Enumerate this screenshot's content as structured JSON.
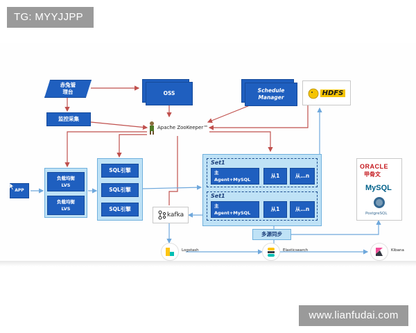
{
  "watermarks": {
    "top_left": "TG: MYYJJPP",
    "bottom_right": "www.lianfudai.com"
  },
  "nodes": {
    "chimian": "赤兔管\n理台",
    "jiankong": "监控采集",
    "app": "APP",
    "lb1": "负载均衡\nLVS",
    "lb2": "负载均衡\nLVS",
    "sql1": "SQL引擎",
    "sql2": "SQL引擎",
    "sql3": "SQL引擎",
    "oss": "OSS",
    "schedule": "Schedule\nManager",
    "hdfs": "HDFS",
    "zookeeper": "Apache ZooKeeper™",
    "kafka": "kafka",
    "set1a_title": "Set1",
    "set1b_title": "Set1",
    "set1a_main": "主\nAgent+MySQL",
    "set1a_s1": "从1",
    "set1a_sn": "从…n",
    "set1b_main": "主\nAgent+MySQL",
    "set1b_s1": "从1",
    "set1b_sn": "从…n",
    "sync": "多源同步",
    "logstash": "Logstash",
    "elasticsearch": "Elasticsearch",
    "kibana": "Kibana"
  },
  "db_logos": {
    "oracle": "ORACLE",
    "oracle_cn": "甲骨文",
    "mysql": "MySQL",
    "postgres": "PostgreSQL"
  },
  "colors": {
    "dark_box": "#1f5fbf",
    "cluster": "#bfe2f6",
    "arrow_red": "#c0504d",
    "arrow_blue": "#6fa8dc"
  }
}
